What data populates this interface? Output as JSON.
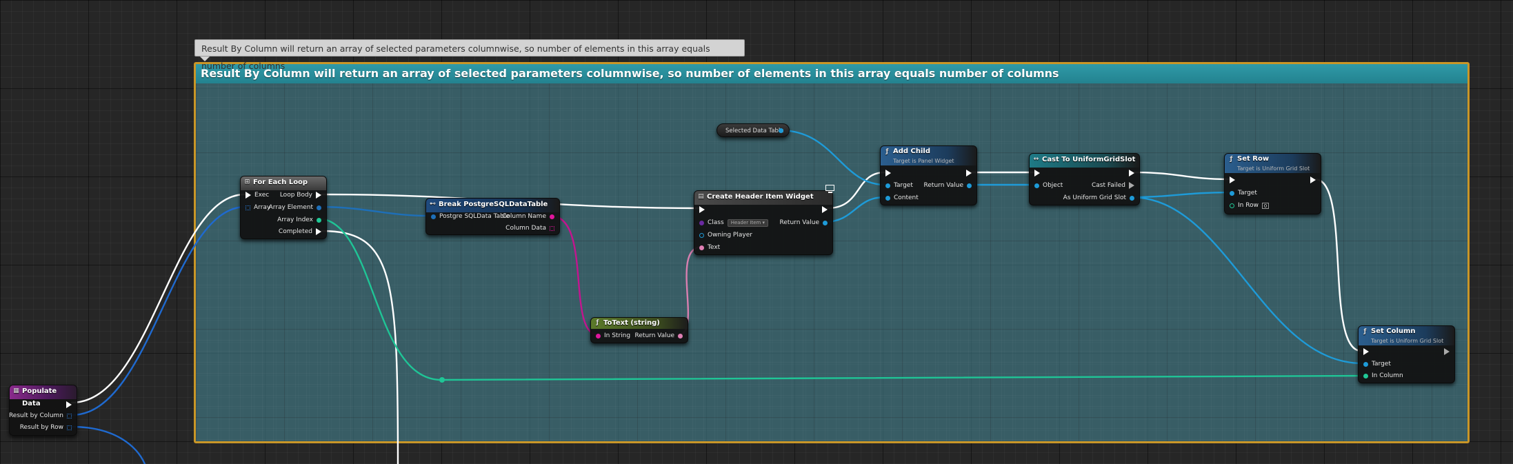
{
  "comment": {
    "tooltip": "Result By Column will return an array of selected parameters columnwise, so number of elements in this array equals number of columns",
    "title": "Result By Column will return an array of selected parameters columnwise, so number of elements in this array equals number of columns"
  },
  "colors": {
    "exec": "#ffffff",
    "object": "#1e9bd8",
    "array": "#2b7cd6",
    "integer": "#20c896",
    "string": "#e0169c",
    "text": "#df7fb4",
    "comment_border": "#c99627"
  },
  "nodes": {
    "populate_data": {
      "title": "Populate Data",
      "icon": "event-icon",
      "pins": {
        "result_by_column": "Result by Column",
        "result_by_row": "Result by Row"
      }
    },
    "for_each_loop": {
      "title": "For Each Loop",
      "icon": "loop-icon",
      "pins": {
        "exec": "Exec",
        "array": "Array",
        "loop_body": "Loop Body",
        "array_element": "Array Element",
        "array_index": "Array Index",
        "completed": "Completed"
      }
    },
    "break_table": {
      "title": "Break PostgreSQLDataTable",
      "icon": "break-icon",
      "pins": {
        "table": "Postgre SQLData Table",
        "column_name": "Column Name",
        "column_data": "Column Data"
      }
    },
    "to_text": {
      "title": "ToText (string)",
      "icon": "function-icon",
      "pins": {
        "in_string": "In String",
        "return_value": "Return Value"
      }
    },
    "create_widget": {
      "title": "Create Header Item Widget",
      "icon": "widget-icon",
      "pins": {
        "class": "Class",
        "class_value": "Header Item ▾",
        "owning_player": "Owning Player",
        "text": "Text",
        "return_value": "Return Value"
      }
    },
    "selected_data_table": {
      "label": "Selected Data Table"
    },
    "add_child": {
      "title": "Add Child",
      "subtitle": "Target is Panel Widget",
      "icon": "function-icon",
      "pins": {
        "target": "Target",
        "content": "Content",
        "return_value": "Return Value"
      }
    },
    "cast_to": {
      "title": "Cast To UniformGridSlot",
      "icon": "cast-icon",
      "pins": {
        "object": "Object",
        "cast_failed": "Cast Failed",
        "as_slot": "As Uniform Grid Slot"
      }
    },
    "set_row": {
      "title": "Set Row",
      "subtitle": "Target is Uniform Grid Slot",
      "icon": "function-icon",
      "pins": {
        "target": "Target",
        "in_row": "In Row",
        "in_row_value": "0"
      }
    },
    "set_column": {
      "title": "Set Column",
      "subtitle": "Target is Uniform Grid Slot",
      "icon": "function-icon",
      "pins": {
        "target": "Target",
        "in_column": "In Column"
      }
    }
  }
}
